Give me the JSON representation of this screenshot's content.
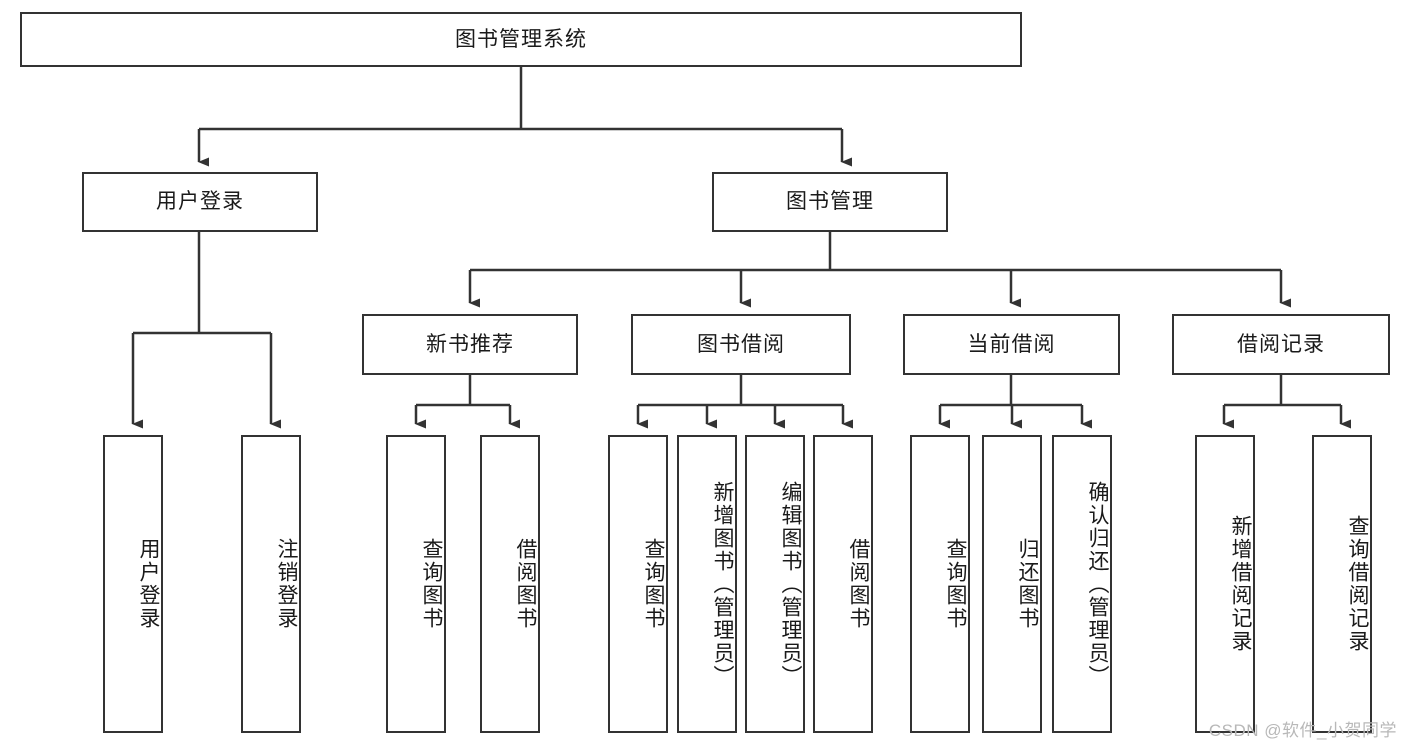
{
  "diagram": {
    "title": "图书管理系统",
    "type": "tree-hierarchy-diagram",
    "watermark": "CSDN @软件_小贺同学",
    "colors": {
      "box_border": "#333333",
      "box_fill": "#ffffff",
      "edge": "#333333",
      "text": "#1a1a1a",
      "watermark": "#b8b8b8",
      "background": "#ffffff"
    },
    "nodes": {
      "root": {
        "label": "图书管理系统",
        "level": 1,
        "orientation": "horizontal"
      },
      "user_login": {
        "label": "用户登录",
        "level": 2,
        "orientation": "horizontal"
      },
      "book_manage": {
        "label": "图书管理",
        "level": 2,
        "orientation": "horizontal"
      },
      "new_book_rec": {
        "label": "新书推荐",
        "level": 3,
        "orientation": "horizontal"
      },
      "book_borrow": {
        "label": "图书借阅",
        "level": 3,
        "orientation": "horizontal"
      },
      "current_borrow": {
        "label": "当前借阅",
        "level": 3,
        "orientation": "horizontal"
      },
      "borrow_record": {
        "label": "借阅记录",
        "level": 3,
        "orientation": "horizontal"
      },
      "leaf_user_login": {
        "label": "用户登录",
        "level": 3,
        "orientation": "vertical"
      },
      "leaf_logout": {
        "label": "注销登录",
        "level": 3,
        "orientation": "vertical"
      },
      "leaf_query_book_1": {
        "label": "查询图书",
        "level": 4,
        "orientation": "vertical"
      },
      "leaf_borrow_book_1": {
        "label": "借阅图书",
        "level": 4,
        "orientation": "vertical"
      },
      "leaf_query_book_2": {
        "label": "查询图书",
        "level": 4,
        "orientation": "vertical"
      },
      "leaf_add_book": {
        "label": "新增图书（管理员）",
        "level": 4,
        "orientation": "vertical"
      },
      "leaf_edit_book": {
        "label": "编辑图书（管理员）",
        "level": 4,
        "orientation": "vertical"
      },
      "leaf_borrow_book_2": {
        "label": "借阅图书",
        "level": 4,
        "orientation": "vertical"
      },
      "leaf_query_book_3": {
        "label": "查询图书",
        "level": 4,
        "orientation": "vertical"
      },
      "leaf_return_book": {
        "label": "归还图书",
        "level": 4,
        "orientation": "vertical"
      },
      "leaf_confirm_return": {
        "label": "确认归还（管理员）",
        "level": 4,
        "orientation": "vertical"
      },
      "leaf_add_record": {
        "label": "新增借阅记录",
        "level": 4,
        "orientation": "vertical"
      },
      "leaf_query_record": {
        "label": "查询借阅记录",
        "level": 4,
        "orientation": "vertical"
      }
    },
    "edges": [
      {
        "from": "root",
        "to": "user_login"
      },
      {
        "from": "root",
        "to": "book_manage"
      },
      {
        "from": "user_login",
        "to": "leaf_user_login"
      },
      {
        "from": "user_login",
        "to": "leaf_logout"
      },
      {
        "from": "book_manage",
        "to": "new_book_rec"
      },
      {
        "from": "book_manage",
        "to": "book_borrow"
      },
      {
        "from": "book_manage",
        "to": "current_borrow"
      },
      {
        "from": "book_manage",
        "to": "borrow_record"
      },
      {
        "from": "new_book_rec",
        "to": "leaf_query_book_1"
      },
      {
        "from": "new_book_rec",
        "to": "leaf_borrow_book_1"
      },
      {
        "from": "book_borrow",
        "to": "leaf_query_book_2"
      },
      {
        "from": "book_borrow",
        "to": "leaf_add_book"
      },
      {
        "from": "book_borrow",
        "to": "leaf_edit_book"
      },
      {
        "from": "book_borrow",
        "to": "leaf_borrow_book_2"
      },
      {
        "from": "current_borrow",
        "to": "leaf_query_book_3"
      },
      {
        "from": "current_borrow",
        "to": "leaf_return_book"
      },
      {
        "from": "current_borrow",
        "to": "leaf_confirm_return"
      },
      {
        "from": "borrow_record",
        "to": "leaf_add_record"
      },
      {
        "from": "borrow_record",
        "to": "leaf_query_record"
      }
    ]
  }
}
